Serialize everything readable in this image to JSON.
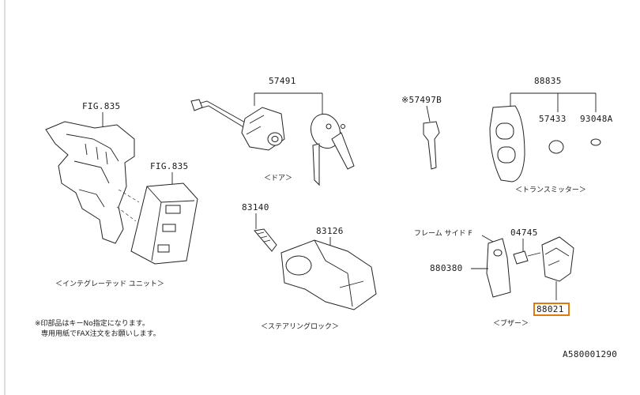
{
  "diagram_id": "A580001290",
  "note": {
    "line1": "※印部品はキーNo指定になります。",
    "line2": "専用用紙でFAX注文をお願いします。"
  },
  "groups": {
    "integrated_unit": {
      "caption": "＜インテグレーテッド ユニット＞",
      "refs": [
        "FIG.835",
        "FIG.835"
      ]
    },
    "door": {
      "caption": "＜ドア＞",
      "part": "57491"
    },
    "key": {
      "part": "※57497B"
    },
    "transmitter": {
      "caption": "＜トランスミッター＞",
      "parts": [
        "88835",
        "57433",
        "93048A"
      ]
    },
    "steering_lock": {
      "caption": "＜ステアリングロック＞",
      "parts": [
        "83140",
        "83126"
      ]
    },
    "buzzer": {
      "caption": "＜ブザー＞",
      "frame_label": "フレーム サイド F",
      "parts": [
        "04745",
        "880380",
        "88021"
      ],
      "highlighted_part": "88021",
      "highlight_color": "#e07a10"
    }
  }
}
